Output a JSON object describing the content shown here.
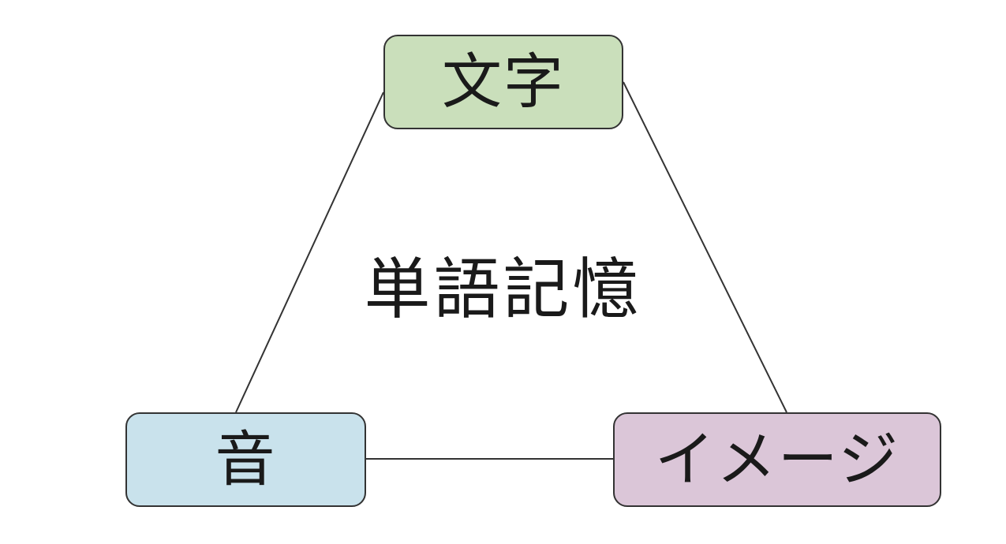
{
  "diagram": {
    "center_label": "単語記憶",
    "nodes": {
      "top": {
        "label": "文字",
        "color": "#cadfbb"
      },
      "left": {
        "label": "音",
        "color": "#c9e2ec"
      },
      "right": {
        "label": "イメージ",
        "color": "#dbc6d8"
      }
    },
    "edges": [
      {
        "from": "top",
        "to": "left"
      },
      {
        "from": "top",
        "to": "right"
      },
      {
        "from": "left",
        "to": "right"
      }
    ],
    "line_color": "#333333",
    "border_color": "#333333"
  }
}
